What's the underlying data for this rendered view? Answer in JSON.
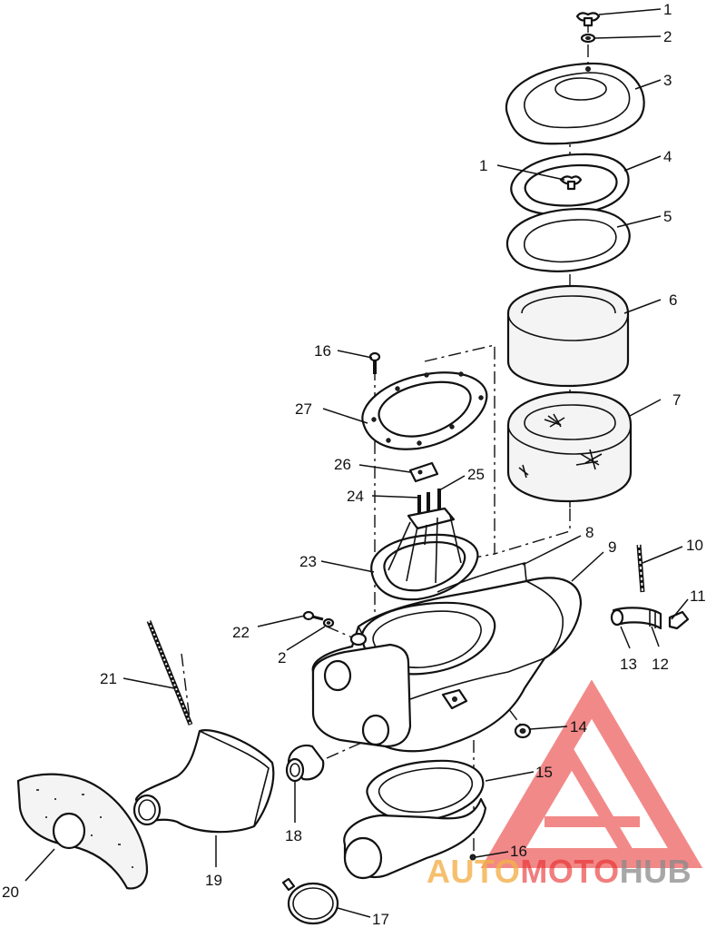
{
  "diagram": {
    "callouts": [
      {
        "id": "c1a",
        "text": "1"
      },
      {
        "id": "c2a",
        "text": "2"
      },
      {
        "id": "c3",
        "text": "3"
      },
      {
        "id": "c1b",
        "text": "1"
      },
      {
        "id": "c4",
        "text": "4"
      },
      {
        "id": "c5",
        "text": "5"
      },
      {
        "id": "c6",
        "text": "6"
      },
      {
        "id": "c7",
        "text": "7"
      },
      {
        "id": "c16a",
        "text": "16"
      },
      {
        "id": "c27",
        "text": "27"
      },
      {
        "id": "c26",
        "text": "26"
      },
      {
        "id": "c25",
        "text": "25"
      },
      {
        "id": "c24",
        "text": "24"
      },
      {
        "id": "c8",
        "text": "8"
      },
      {
        "id": "c9",
        "text": "9"
      },
      {
        "id": "c10",
        "text": "10"
      },
      {
        "id": "c11",
        "text": "11"
      },
      {
        "id": "c23",
        "text": "23"
      },
      {
        "id": "c22",
        "text": "22"
      },
      {
        "id": "c2b",
        "text": "2"
      },
      {
        "id": "c13",
        "text": "13"
      },
      {
        "id": "c12",
        "text": "12"
      },
      {
        "id": "c21",
        "text": "21"
      },
      {
        "id": "c14",
        "text": "14"
      },
      {
        "id": "c15",
        "text": "15"
      },
      {
        "id": "c18",
        "text": "18"
      },
      {
        "id": "c19",
        "text": "19"
      },
      {
        "id": "c20",
        "text": "20"
      },
      {
        "id": "c16b",
        "text": "16"
      },
      {
        "id": "c17",
        "text": "17"
      }
    ]
  },
  "watermark": {
    "part1": "AUTO",
    "part2": "MOTO",
    "part3": "HUB",
    "color_primary": "#e8292a",
    "color_secondary": "#f4b04a",
    "color_gray": "#8a8a8a"
  }
}
